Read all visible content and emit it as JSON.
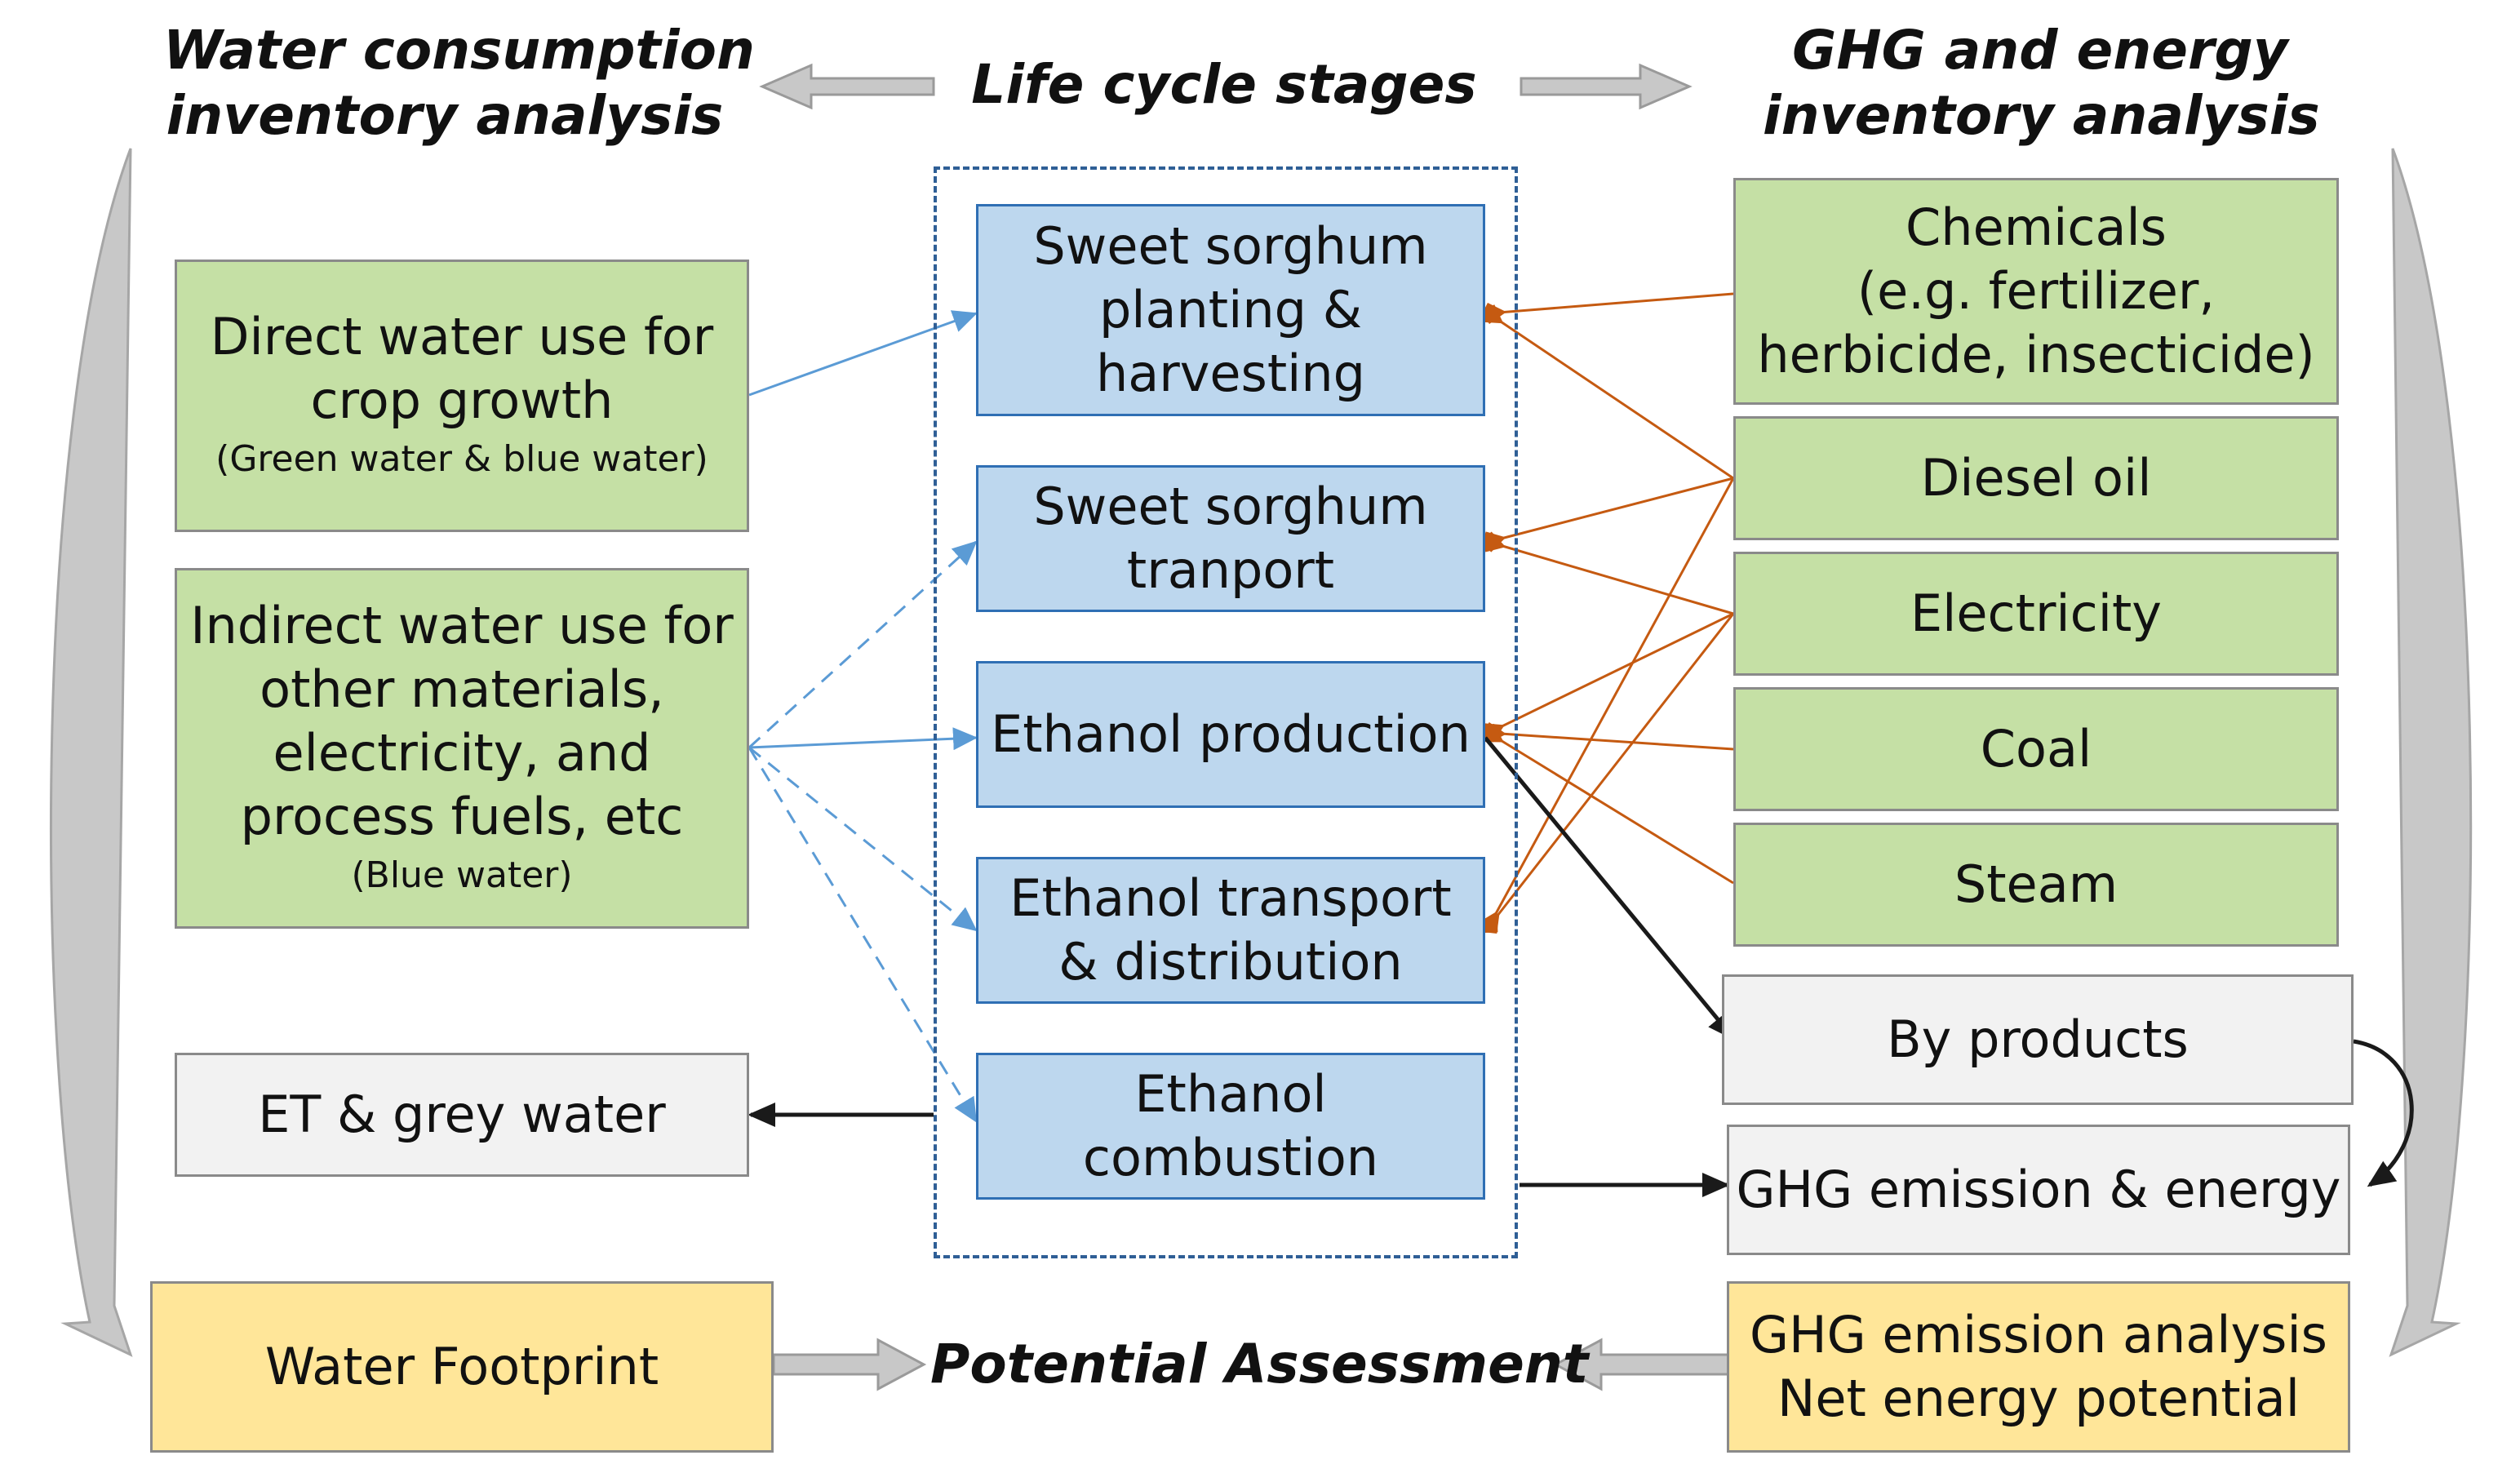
{
  "headings": {
    "water": [
      "Water consumption",
      "inventory analysis"
    ],
    "stages": "Life cycle stages",
    "ghg": [
      "GHG and energy",
      "inventory analysis"
    ],
    "assessment": "Potential Assessment"
  },
  "water_inputs": {
    "direct": {
      "lines": [
        "Direct water use for",
        "crop growth"
      ],
      "note": "(Green water & blue water)"
    },
    "indirect": {
      "lines": [
        "Indirect water use for",
        "other materials,",
        "electricity, and",
        "process fuels, etc"
      ],
      "note": "(Blue water)"
    }
  },
  "et_grey_water": "ET & grey water",
  "water_footprint": "Water Footprint",
  "stages": [
    {
      "lines": [
        "Sweet sorghum",
        "planting &",
        "harvesting"
      ]
    },
    {
      "lines": [
        "Sweet sorghum",
        "tranport"
      ]
    },
    {
      "lines": [
        "Ethanol production"
      ]
    },
    {
      "lines": [
        "Ethanol transport",
        "& distribution"
      ]
    },
    {
      "lines": [
        "Ethanol",
        "combustion"
      ]
    }
  ],
  "inputs": [
    {
      "lines": [
        "Chemicals",
        "(e.g. fertilizer,",
        "herbicide, insecticide)"
      ]
    },
    {
      "lines": [
        "Diesel oil"
      ]
    },
    {
      "lines": [
        "Electricity"
      ]
    },
    {
      "lines": [
        "Coal"
      ]
    },
    {
      "lines": [
        "Steam"
      ]
    }
  ],
  "by_products": "By products",
  "ghg_emission_energy": "GHG emission & energy",
  "ghg_analysis": [
    "GHG emission analysis",
    "Net energy potential"
  ],
  "colors": {
    "green_box": "#c5e0a5",
    "blue_box": "#bdd7ee",
    "grey_box": "#f2f2f2",
    "yellow_box": "#ffe699",
    "water_arrow": "#5b9bd5",
    "energy_arrow": "#c55a11",
    "black_arrow": "#1a1a1a",
    "block_arrow": "#bfbfbf"
  }
}
